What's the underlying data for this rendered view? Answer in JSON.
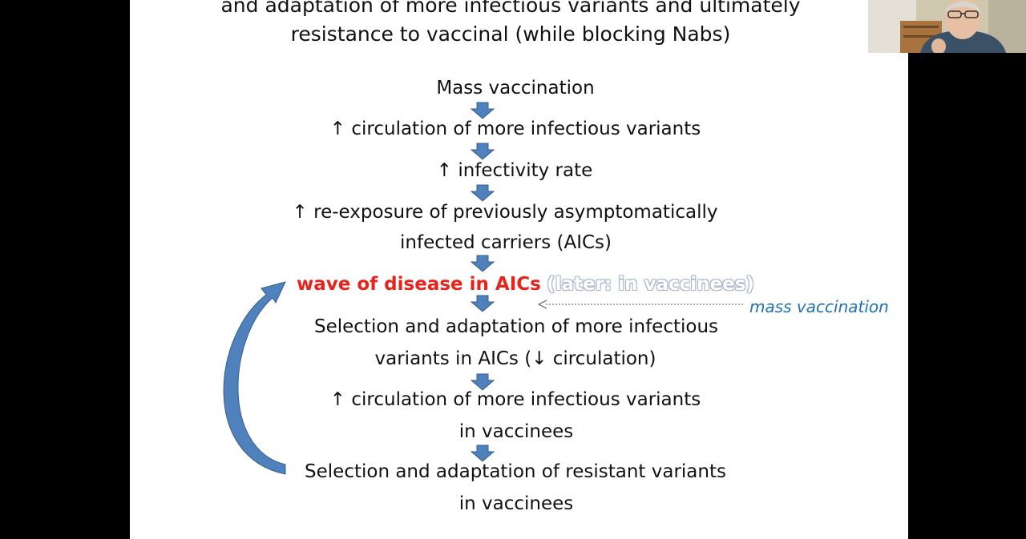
{
  "slide": {
    "title_line_1": "and adaptation of more infectious variants and ultimately",
    "title_line_2": "resistance to vaccinal (while blocking Nabs)",
    "steps": {
      "s1": "Mass vaccination",
      "s2": "↑ circulation of more infectious variants",
      "s3": "↑ infectivity rate",
      "s4a": "↑ re-exposure of previously asymptomatically",
      "s4b": "infected carriers (AICs)",
      "s5_main": "wave of disease in AICs",
      "s5_note": "(later: in vaccinees)",
      "s6a": "Selection and adaptation of more infectious",
      "s6b": "variants in AICs (↓ circulation)",
      "s7a": "↑  circulation of more infectious variants",
      "s7b": "in vaccinees",
      "s8a": "Selection and adaptation of resistant variants",
      "s8b": "in vaccinees"
    },
    "side_label": "mass vaccination",
    "colors": {
      "arrow_fill": "#4f81bd",
      "arrow_stroke": "#385d8a",
      "highlight_red": "#e8231b",
      "side_label_blue": "#2171b5"
    }
  },
  "webcam": {
    "icon": "presenter-video-thumbnail"
  }
}
